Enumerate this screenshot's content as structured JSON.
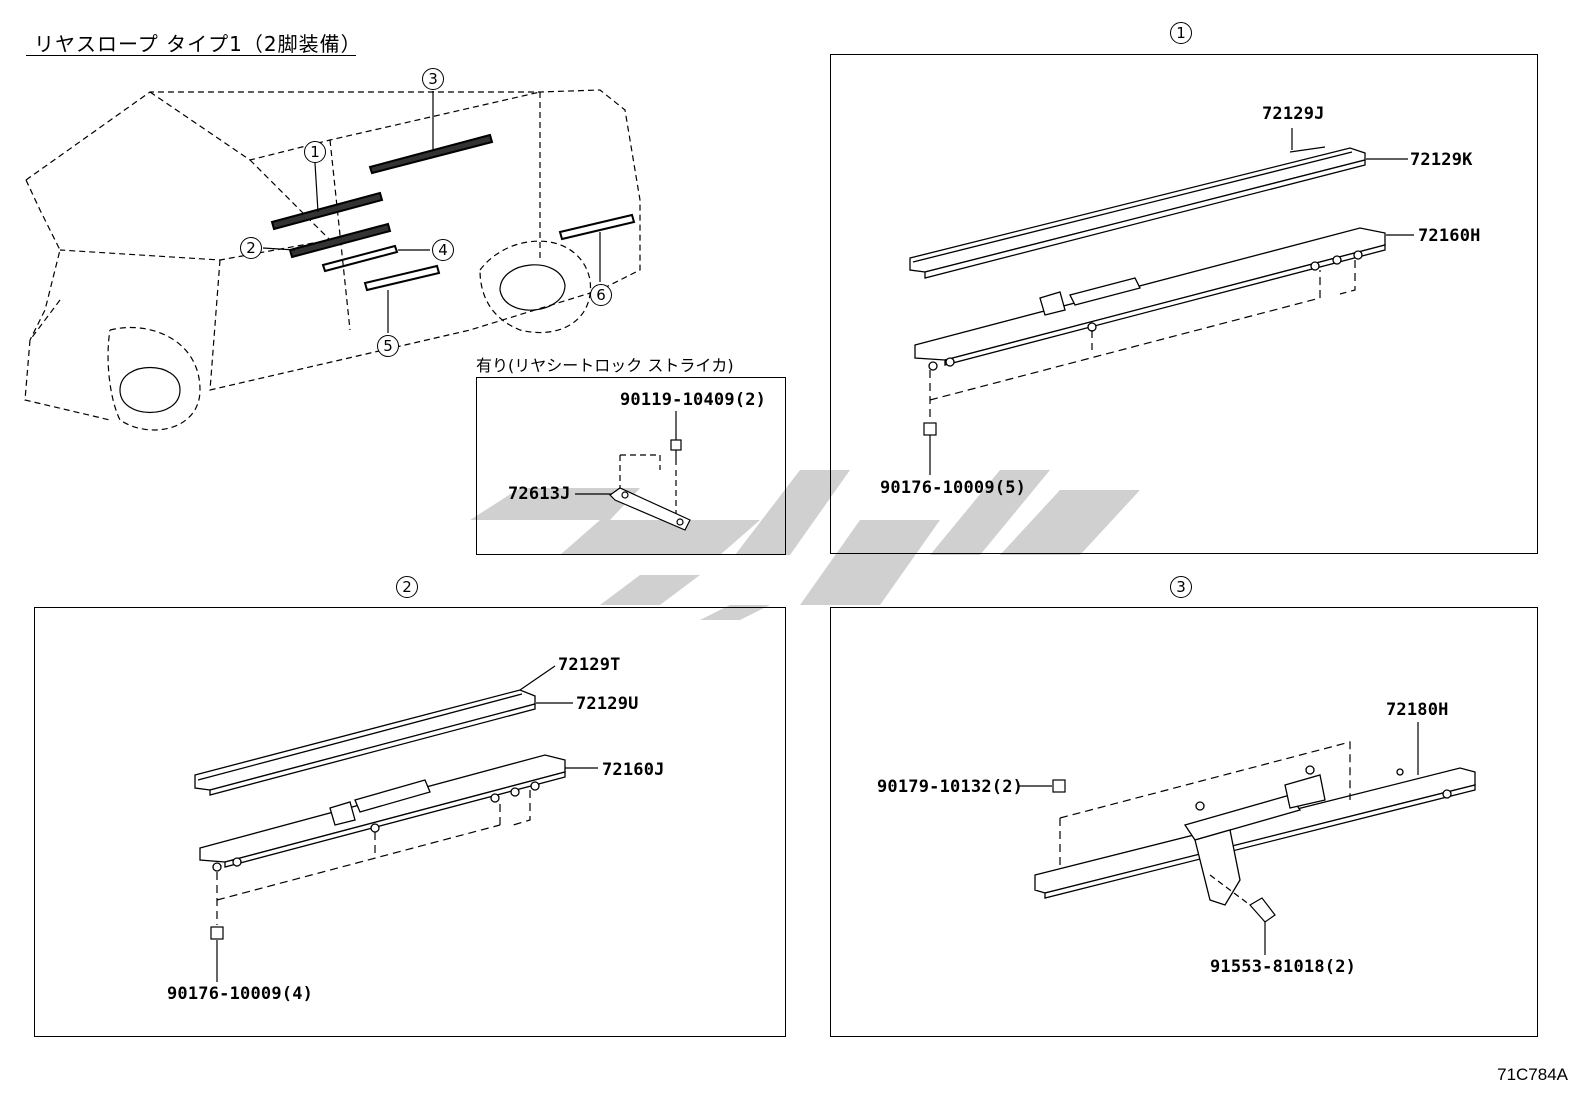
{
  "title": "リヤスロープ タイプ1（2脚装備）",
  "drawing_code": "71C784A",
  "overview_callouts": [
    "1",
    "2",
    "3",
    "4",
    "5",
    "6"
  ],
  "inset": {
    "label": "有り(リヤシートロック  ストライカ)",
    "parts": [
      "90119-10409(2)",
      "72613J"
    ]
  },
  "panel1": {
    "marker": "1",
    "parts": [
      "72129J",
      "72129K",
      "72160H",
      "90176-10009(5)"
    ]
  },
  "panel2": {
    "marker": "2",
    "parts": [
      "72129T",
      "72129U",
      "72160J",
      "90176-10009(4)"
    ]
  },
  "panel3": {
    "marker": "3",
    "parts": [
      "72180H",
      "90179-10132(2)",
      "91553-81018(2)"
    ]
  },
  "watermark_color": "#c8c8c8"
}
